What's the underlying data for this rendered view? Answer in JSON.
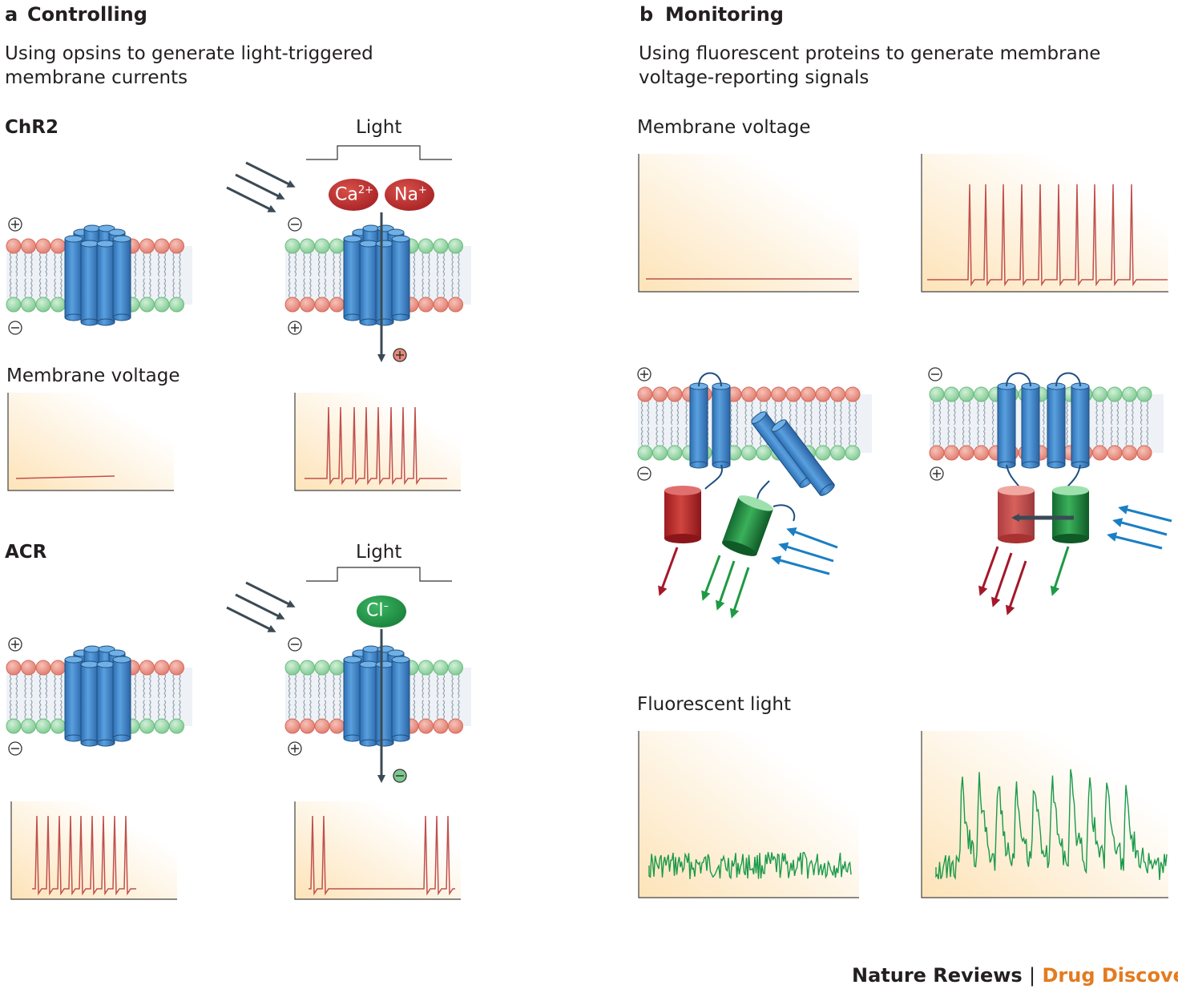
{
  "panel_a": {
    "letter": "a",
    "title": "Controlling",
    "subtitle_line1": "Using opsins to generate light-triggered",
    "subtitle_line2": "membrane currents",
    "chr2_label": "ChR2",
    "acr_label": "ACR",
    "light_label": "Light",
    "membrane_voltage_label": "Membrane voltage",
    "ion_ca": "Ca",
    "ion_ca_sup": "2+",
    "ion_na": "Na",
    "ion_na_sup": "+",
    "ion_cl": "Cl",
    "ion_cl_sup": "–"
  },
  "panel_b": {
    "letter": "b",
    "title": "Monitoring",
    "subtitle_line1": "Using fluorescent proteins to generate membrane",
    "subtitle_line2": "voltage-reporting signals",
    "membrane_voltage_label": "Membrane voltage",
    "fluorescent_light_label": "Fluorescent light"
  },
  "footer": {
    "journal": "Nature Reviews",
    "separator": "|",
    "section": "Drug Discovery"
  },
  "colors": {
    "channel_blue": "#4a8fd0",
    "lipid_red": "#e8897a",
    "lipid_green": "#8ed3a0",
    "trace_red": "#c0504d",
    "trace_green": "#1a9a4a",
    "arrow_dark": "#3b4a55",
    "arrow_blue": "#1a7fc4",
    "ion_red": "#b8262b",
    "ion_green": "#1e9a45",
    "footer_orange": "#e37b1f",
    "plot_bg": "#fde4bc"
  }
}
